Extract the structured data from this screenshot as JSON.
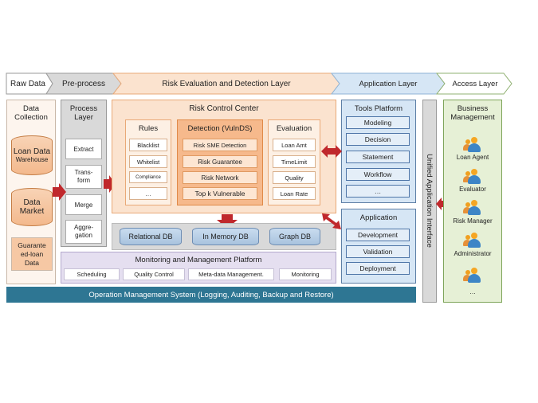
{
  "header": {
    "raw_data": "Raw Data",
    "pre_process": "Pre-process",
    "risk_layer": "Risk Evaluation and Detection Layer",
    "application_layer": "Application Layer",
    "access_layer": "Access Layer"
  },
  "data_collection": {
    "title": "Data Collection",
    "loan_data_line1": "Loan Data",
    "loan_data_line2": "Warehouse",
    "data_market_line1": "Data",
    "data_market_line2": "Market",
    "guarantee_line1": "Guarante",
    "guarantee_line2": "ed-loan",
    "guarantee_line3": "Data"
  },
  "process_layer": {
    "title": "Process Layer",
    "items": [
      "Extract",
      "Trans-form",
      "Merge",
      "Aggre-gation"
    ]
  },
  "risk_control": {
    "title": "Risk Control Center",
    "rules": {
      "title": "Rules",
      "items": [
        "Blacklist",
        "Whitelist",
        "Compliance",
        "…"
      ]
    },
    "detection": {
      "title": "Detection (VulnDS)",
      "items": [
        "Risk SME Detection",
        "Risk Guarantee",
        "Risk Network",
        "Top k Vulnerable"
      ]
    },
    "evaluation": {
      "title": "Evaluation",
      "items": [
        "Loan Amt",
        "TimeLimit",
        "Quality",
        "Loan Rate"
      ]
    }
  },
  "databases": [
    "Relational DB",
    "In Memory DB",
    "Graph DB"
  ],
  "monitoring": {
    "title": "Monitoring and Management Platform",
    "items": [
      "Scheduling",
      "Quality Control",
      "Meta-data Management.",
      "Monitoring"
    ]
  },
  "operation": "Operation Management System (Logging, Auditing, Backup and Restore)",
  "tools_platform": {
    "title": "Tools Platform",
    "items": [
      "Modeling",
      "Decision",
      "Statement",
      "Workflow",
      "…"
    ]
  },
  "application": {
    "title": "Application",
    "items": [
      "Development",
      "Validation",
      "Deployment"
    ]
  },
  "unified_interface": "Unified Application Interface",
  "business": {
    "title": "Business Management",
    "roles": [
      "Loan Agent",
      "Evaluator",
      "Risk Manager",
      "Administrator",
      "…"
    ]
  },
  "colors": {
    "orange_arrow": "#fbe3cf",
    "blue_arrow": "#d6e6f5",
    "green_arrow": "#e6f0d6",
    "red_arrow": "#c0282c",
    "teal_bar": "#2e7693"
  }
}
